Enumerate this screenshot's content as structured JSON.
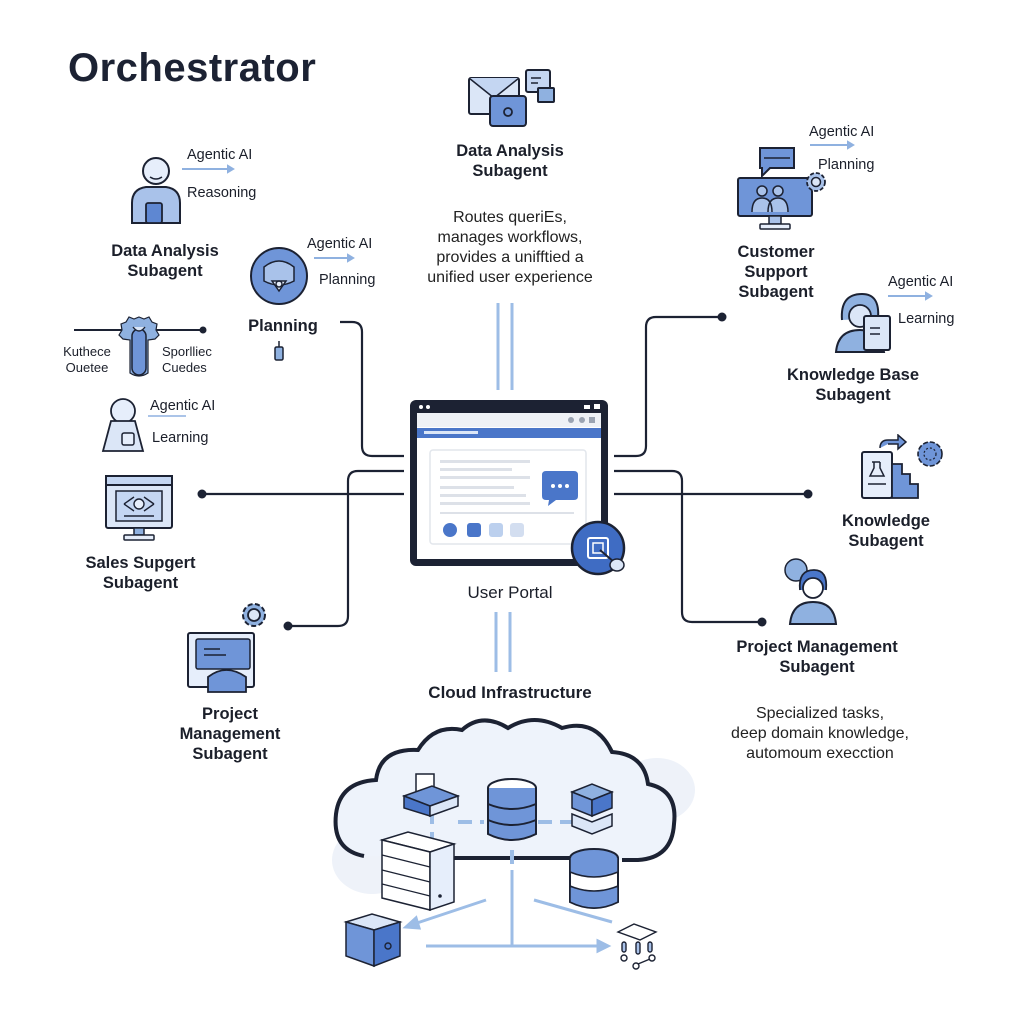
{
  "title": "Orchestrator",
  "top_center": {
    "label_line1": "Data Analysis",
    "label_line2": "Subagent",
    "description": [
      "Routes queriEs,",
      "manages workflows,",
      "provides a unifftied a",
      "unified user experience"
    ]
  },
  "left_nodes": {
    "data_analysis": {
      "label_line1": "Data Analysis",
      "label_line2": "Subagent",
      "tag1": "Agentic AI",
      "tag2": "Reasoning"
    },
    "planning": {
      "label": "Planning",
      "tag1": "Agentic AI",
      "tag2": "Planning"
    },
    "tool_node": {
      "left_line1": "Kuthece",
      "left_line2": "Ouetee",
      "right_line1": "Sporlliec",
      "right_line2": "Cuedes"
    },
    "learning": {
      "tag1": "Agentic AI",
      "tag2": "Learning"
    },
    "sales": {
      "label_line1": "Sales Supgert",
      "label_line2": "Subagent"
    },
    "project_management": {
      "label_line1": "Project",
      "label_line2": "Management",
      "label_line3": "Subagent"
    }
  },
  "right_nodes": {
    "customer_support": {
      "label_line1": "Customer",
      "label_line2": "Support",
      "label_line3": "Subagent",
      "tag1": "Agentic AI",
      "tag2": "Planning"
    },
    "knowledge_base": {
      "label_line1": "Knowledge Base",
      "label_line2": "Subagent",
      "tag1": "Agentic AI",
      "tag2": "Learning"
    },
    "knowledge": {
      "label_line1": "Knowledge",
      "label_line2": "Subagent"
    },
    "project_management": {
      "label_line1": "Project Management",
      "label_line2": "Subagent"
    },
    "description": [
      "Specialized tasks,",
      "deep domain knowledge,",
      "automoum execction"
    ]
  },
  "center": {
    "label": "User Portal"
  },
  "cloud": {
    "label": "Cloud Infrastructure"
  },
  "colors": {
    "accent": "#4a76c9",
    "accent_light": "#a9c2ea",
    "ink": "#1c2233",
    "connector_blue": "#9dbde6"
  }
}
